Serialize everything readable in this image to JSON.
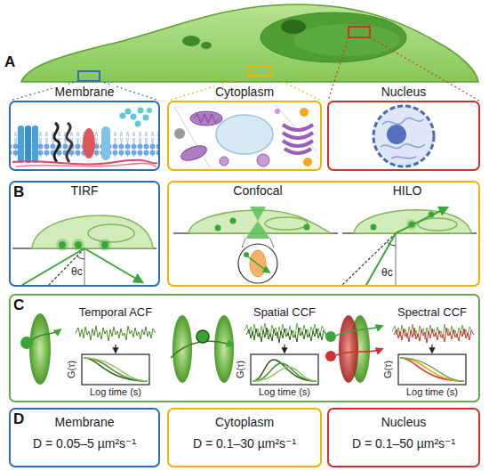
{
  "diagram": {
    "nodes": [
      {
        "text": [
          "Membrane"
        ]
      },
      {
        "text": [
          "Cytoplasm"
        ]
      },
      {
        "text": [
          "Nucleus"
        ]
      },
      {
        "text": [
          "TIRF",
          "θc"
        ]
      },
      {
        "text": [
          "Confocal",
          "HILO",
          "θc"
        ]
      },
      {
        "text": [
          "Temporal ACF",
          "G(τ)",
          "Log time (s)",
          "Spatial CCF",
          "G(τ)",
          "Log time (s)",
          "Spectral CCF",
          "G(τ)",
          "Log time (s)"
        ]
      },
      {
        "text": [
          "Membrane",
          "D = 0.05–5 µm²s⁻¹"
        ]
      },
      {
        "text": [
          "Cytoplasm",
          "D = 0.1–30 µm²s⁻¹"
        ]
      },
      {
        "text": [
          "Nucleus",
          "D = 0.1–50 µm²s⁻¹"
        ]
      }
    ],
    "labels": [
      "A",
      "B",
      "C",
      "D"
    ]
  }
}
